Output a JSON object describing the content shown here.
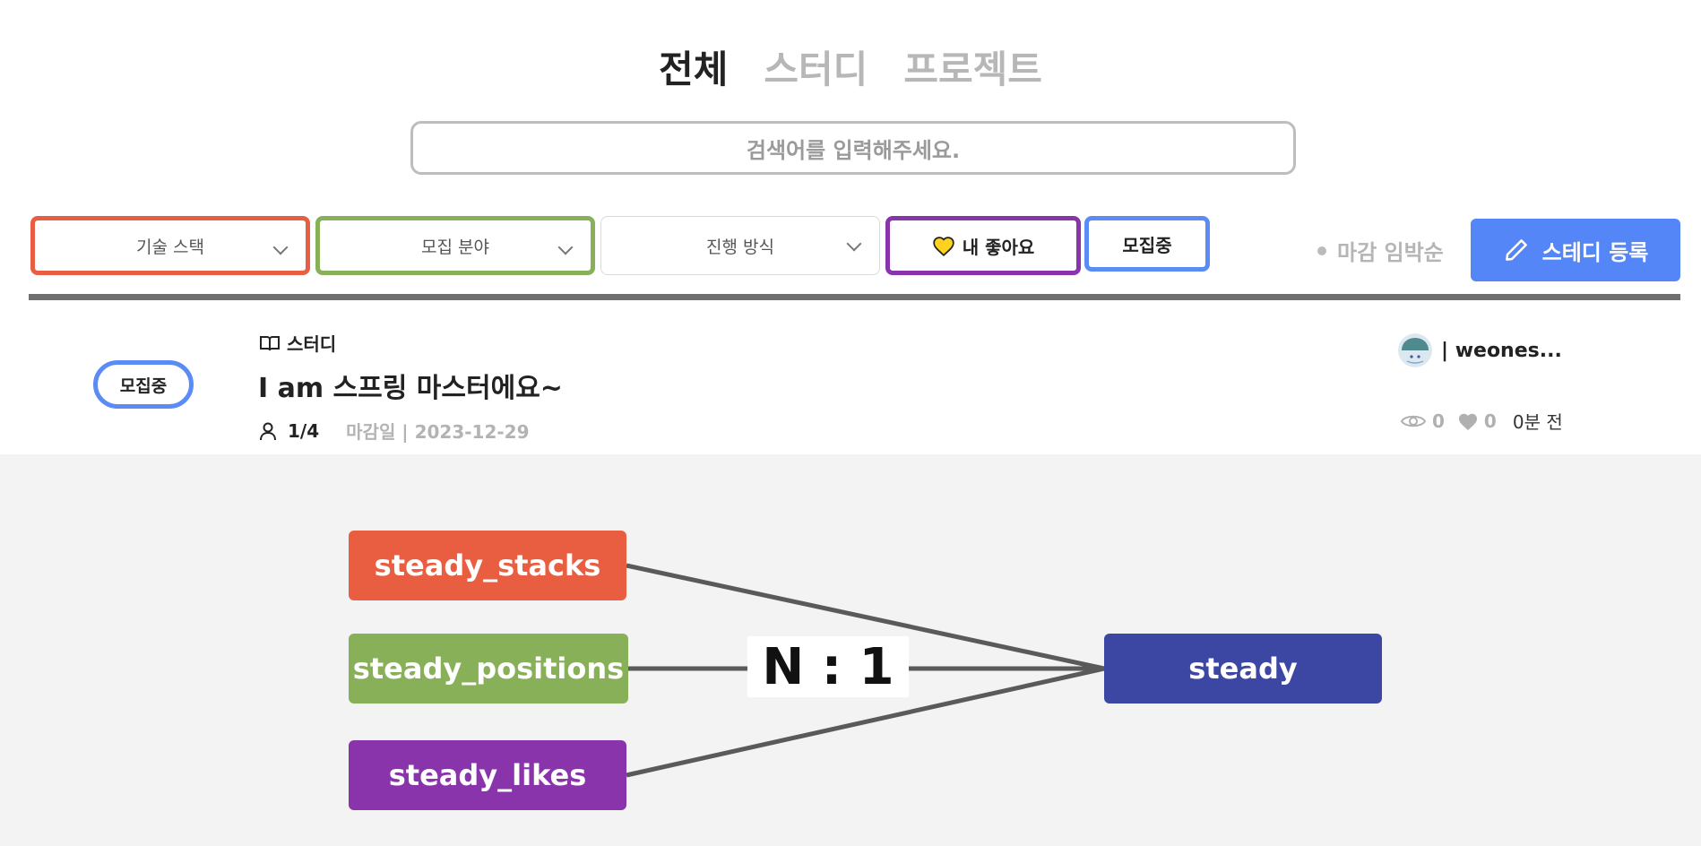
{
  "tabs": [
    "전체",
    "스터디",
    "프로젝트"
  ],
  "search": {
    "placeholder": "검색어를 입력해주세요."
  },
  "filters": {
    "tech_stack": "기술 스택",
    "position": "모집 분야",
    "progress": "진행 방식",
    "my_likes": "내 좋아요",
    "recruiting": "모집중",
    "sort": "마감 임박순",
    "register": "스테디 등록"
  },
  "post": {
    "status": "모집중",
    "category": "스터디",
    "title": "I am 스프링 마스터에요~",
    "participants": "1/4",
    "deadline": "마감일 | 2023-12-29",
    "author": "| weones...",
    "views": "0",
    "likes": "0",
    "time": "0분 전"
  },
  "diagram": {
    "tables": [
      "steady_stacks",
      "steady_positions",
      "steady_likes"
    ],
    "target": "steady",
    "relation": "N : 1"
  },
  "colors": {
    "stacks": "#e95e40",
    "positions": "#87b058",
    "likes": "#8a34ab",
    "steady": "#3b47a3",
    "primary": "#5586f8"
  }
}
